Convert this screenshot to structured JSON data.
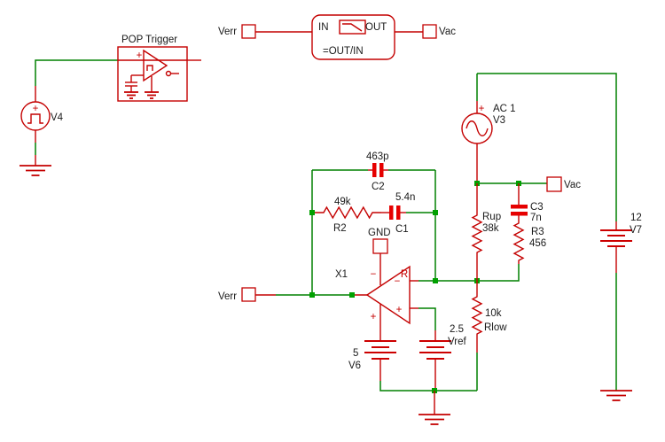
{
  "schematic": {
    "marks": {
      "plus": "+",
      "minus": "−"
    },
    "pulse_source": {
      "name": "V4"
    },
    "pop_trigger": {
      "label": "POP Trigger"
    },
    "transfer_probe": {
      "input_terminal": "Verr",
      "in_label": "IN",
      "out_label": "OUT",
      "formula": "=OUT/IN",
      "output_terminal": "Vac"
    },
    "feedback": {
      "c2": {
        "name": "C2",
        "value": "463p"
      },
      "r2": {
        "name": "R2",
        "value": "49k"
      },
      "c1": {
        "name": "C1",
        "value": "5.4n"
      }
    },
    "opamp": {
      "name": "X1",
      "gnd_terminal": "GND",
      "corner_mark": "R"
    },
    "input_terminal": {
      "label": "Verr"
    },
    "ac_source": {
      "value": "AC 1",
      "name": "V3"
    },
    "vac_terminal": {
      "label": "Vac"
    },
    "divider": {
      "rup": {
        "name": "Rup",
        "value": "38k"
      },
      "c3": {
        "name": "C3",
        "value": "7n"
      },
      "r3": {
        "name": "R3",
        "value": "456"
      },
      "rlow": {
        "name": "Rlow",
        "value": "10k"
      }
    },
    "supplies": {
      "v6": {
        "name": "V6",
        "value": "5"
      },
      "vref": {
        "name": "Vref",
        "value": "2.5"
      },
      "v7": {
        "name": "V7",
        "value": "12"
      }
    },
    "colors": {
      "wire": "#008000",
      "component": "#c40000",
      "capacitor": "#e60000",
      "junction": "#00a000",
      "text": "#1a1a1a"
    }
  }
}
